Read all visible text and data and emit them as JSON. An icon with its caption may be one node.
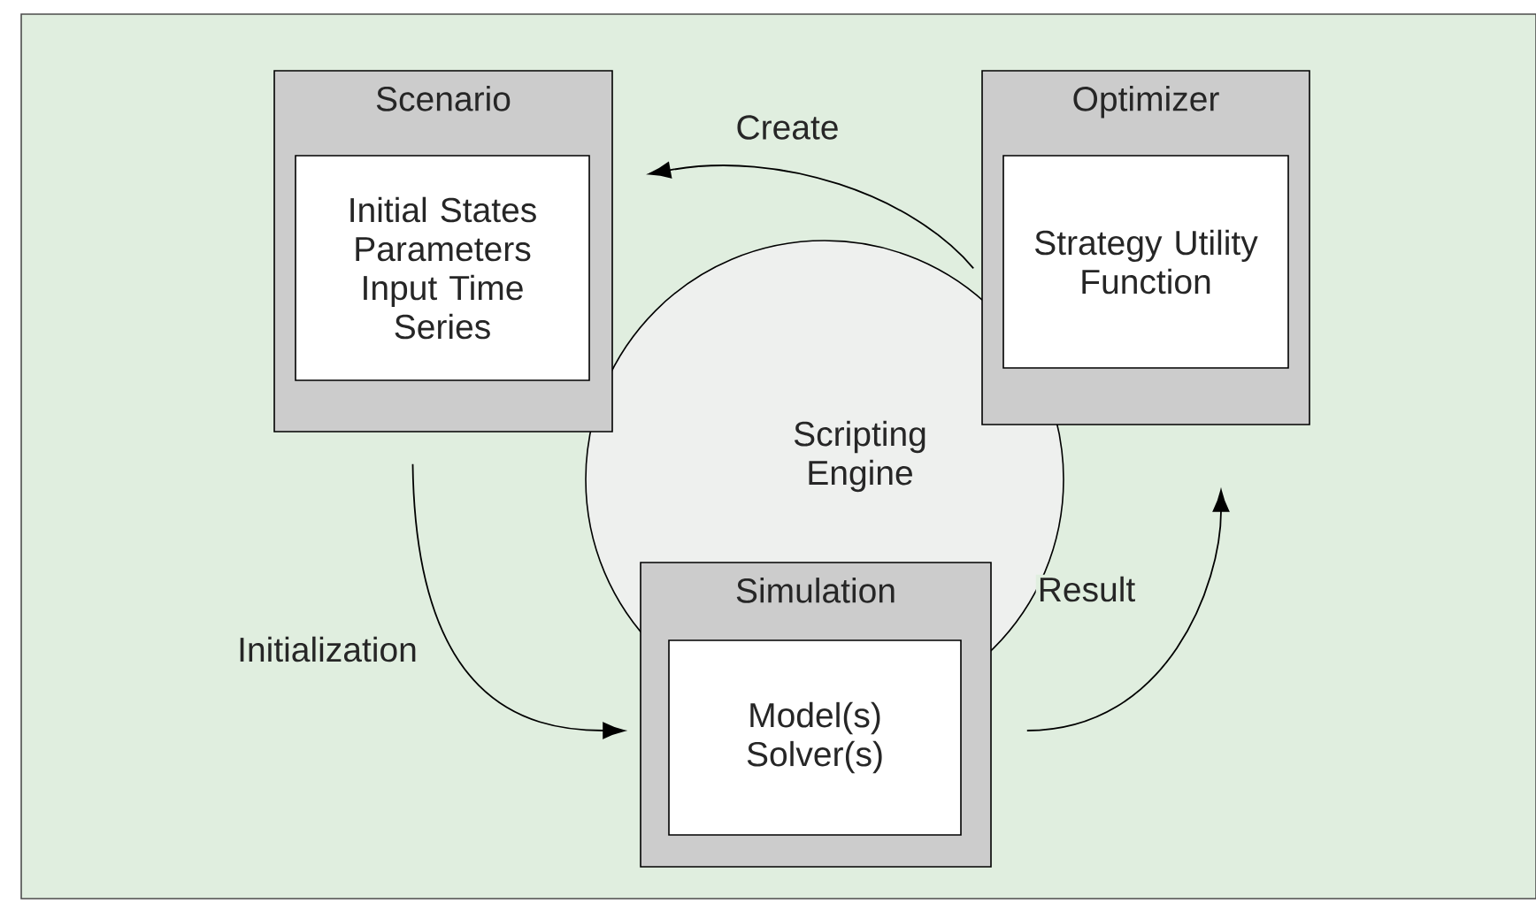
{
  "diagram": {
    "nodes": [
      {
        "text": [
          "Scenario"
        ]
      },
      {
        "text": [
          "Initial States Parameters Input Time Series"
        ],
        "in": 0
      },
      {
        "text": [
          "Optimizer"
        ]
      },
      {
        "text": [
          "Strategy Utility Function"
        ],
        "in": 2
      },
      {
        "text": [
          "Scripting Engine"
        ]
      },
      {
        "text": [
          "Simulation"
        ]
      },
      {
        "text": [
          "Model(s) Solver(s)"
        ],
        "in": 5
      }
    ],
    "edges": [
      {
        "from": 2,
        "to": 0,
        "arrow": "to",
        "label": "Create"
      },
      {
        "from": 0,
        "to": 5,
        "arrow": "to",
        "label": "Initialization"
      },
      {
        "from": 5,
        "to": 2,
        "arrow": "to",
        "label": "Result"
      }
    ]
  }
}
